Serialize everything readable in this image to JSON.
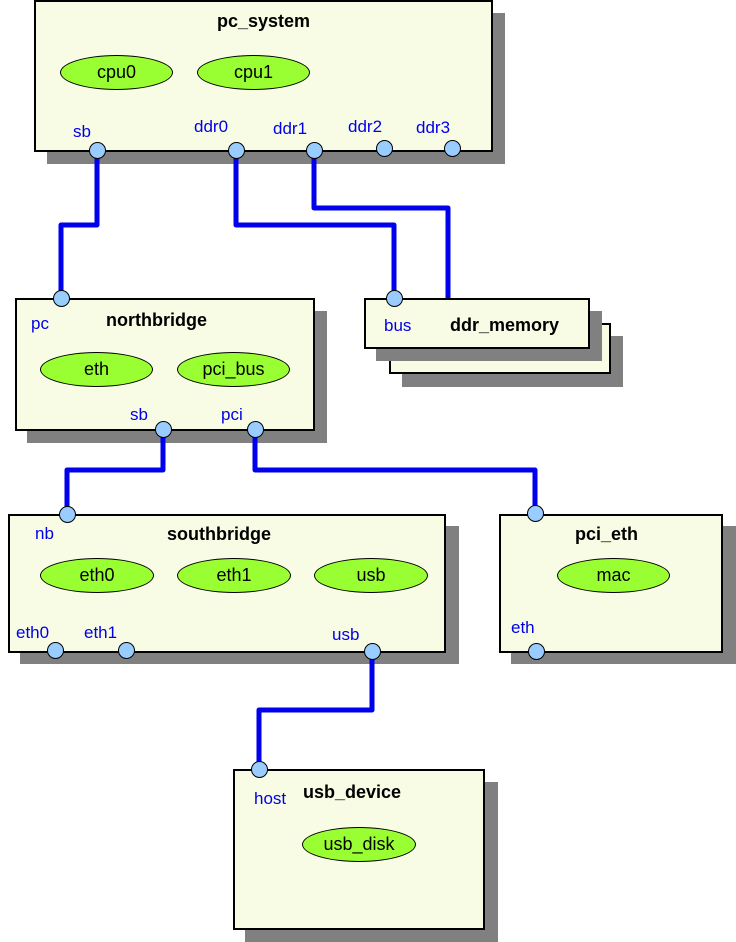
{
  "colors": {
    "box_fill": "#f8fce4",
    "component_fill": "#99ff33",
    "port_fill": "#99ccff",
    "port_label": "#0000e6",
    "wire": "#0000ee",
    "shadow": "#808080"
  },
  "boxes": {
    "pc_system": {
      "title": "pc_system",
      "components": [
        "cpu0",
        "cpu1"
      ],
      "ports": [
        "sb",
        "ddr0",
        "ddr1",
        "ddr2",
        "ddr3"
      ]
    },
    "northbridge": {
      "title": "northbridge",
      "components": [
        "eth",
        "pci_bus"
      ],
      "ports": [
        "pc",
        "sb",
        "pci"
      ]
    },
    "ddr_memory": {
      "title": "ddr_memory",
      "components": [],
      "ports": [
        "bus"
      ],
      "stacked": true
    },
    "southbridge": {
      "title": "southbridge",
      "components": [
        "eth0",
        "eth1",
        "usb"
      ],
      "ports": [
        "nb",
        "eth0",
        "eth1",
        "usb"
      ]
    },
    "pci_eth": {
      "title": "pci_eth",
      "components": [
        "mac"
      ],
      "ports": [
        "",
        "eth"
      ]
    },
    "usb_device": {
      "title": "usb_device",
      "components": [
        "usb_disk"
      ],
      "ports": [
        "host"
      ]
    }
  },
  "connections": [
    {
      "from": "pc_system.sb",
      "to": "northbridge.pc"
    },
    {
      "from": "pc_system.ddr0",
      "to": "ddr_memory.bus"
    },
    {
      "from": "pc_system.ddr1",
      "to": "ddr_memory"
    },
    {
      "from": "northbridge.sb",
      "to": "southbridge.nb"
    },
    {
      "from": "northbridge.pci",
      "to": "pci_eth"
    },
    {
      "from": "southbridge.usb",
      "to": "usb_device.host"
    }
  ]
}
